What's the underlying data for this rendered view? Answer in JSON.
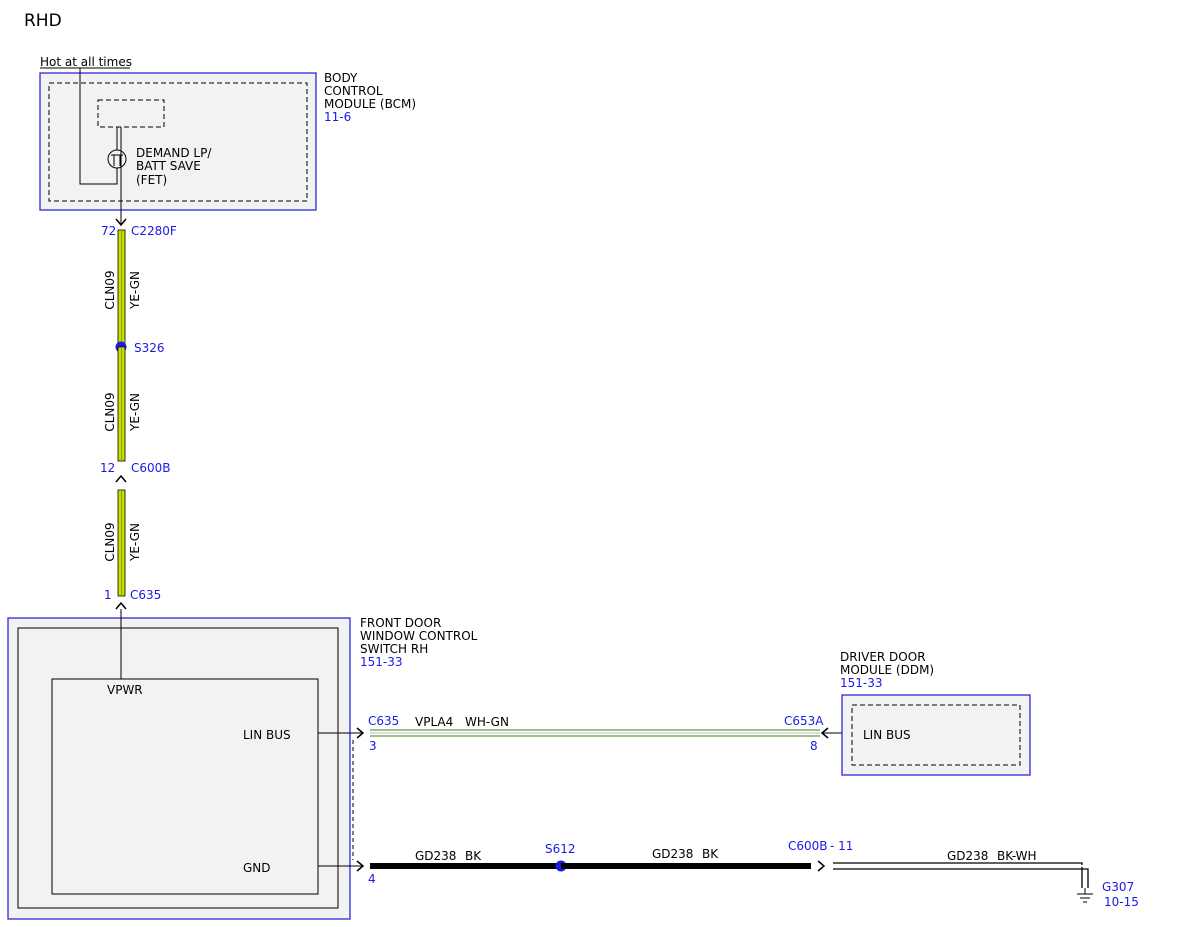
{
  "page_title": "RHD",
  "bcm": {
    "power_note": "Hot at all times",
    "name_lines": [
      "BODY",
      "CONTROL",
      "MODULE (BCM)"
    ],
    "ref": "11-6",
    "fet_lines": [
      "DEMAND LP/",
      "BATT SAVE",
      "(FET)"
    ]
  },
  "connectors": {
    "c2280f": {
      "pin": "72",
      "name": "C2280F"
    },
    "c600b_top": {
      "pin": "12",
      "name": "C600B"
    },
    "c635_top": {
      "pin": "1",
      "name": "C635"
    },
    "c635_lin": {
      "name": "C635",
      "pin": "3"
    },
    "c653a": {
      "name": "C653A",
      "pin": "8"
    },
    "c635_gnd": {
      "pin": "4"
    },
    "c600b_gnd": {
      "name": "C600B",
      "pin": "- 11"
    }
  },
  "splices": {
    "s326": "S326",
    "s612": "S612"
  },
  "wires": {
    "seg1": {
      "circuit": "CLN09",
      "color": "YE-GN"
    },
    "seg2": {
      "circuit": "CLN09",
      "color": "YE-GN"
    },
    "seg3": {
      "circuit": "CLN09",
      "color": "YE-GN"
    },
    "lin": {
      "circuit": "VPLA4",
      "color": "WH-GN"
    },
    "gnd1": {
      "circuit": "GD238",
      "color": "BK"
    },
    "gnd2": {
      "circuit": "GD238",
      "color": "BK"
    },
    "gnd3": {
      "circuit": "GD238",
      "color": "BK-WH"
    }
  },
  "switch": {
    "name_lines": [
      "FRONT DOOR",
      "WINDOW CONTROL",
      "SWITCH RH"
    ],
    "ref": "151-33",
    "vpwr": "VPWR",
    "lin_bus": "LIN BUS",
    "gnd": "GND"
  },
  "ddm": {
    "name_lines": [
      "DRIVER DOOR",
      "MODULE (DDM)"
    ],
    "ref": "151-33",
    "lin_bus": "LIN BUS"
  },
  "ground": {
    "name": "G307",
    "ref": "10-15"
  },
  "colors": {
    "module_border": "#2b2bd9",
    "module_fill": "#f2f2f2",
    "reference_text": "#1a1ae6",
    "ye_gn_wire": "#c8e000",
    "wh_gn_wire": "#5aa040",
    "bk_wire": "#000000"
  }
}
